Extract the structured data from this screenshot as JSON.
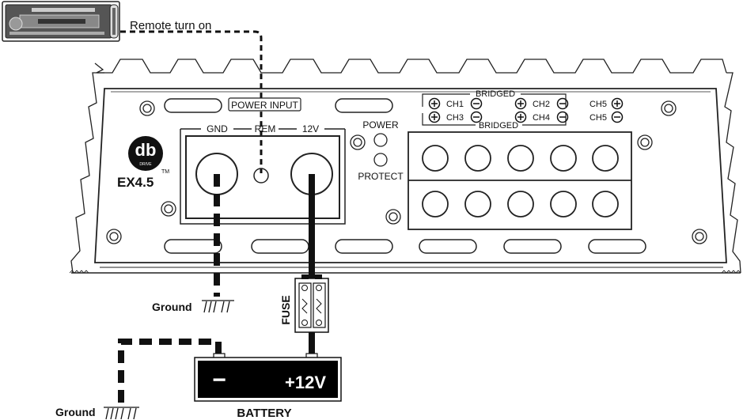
{
  "head_unit": {
    "remote_label": "Remote turn on"
  },
  "amplifier": {
    "brand": "db",
    "brand_sub": "DRIVE",
    "trademark": "TM",
    "model": "EX4.5",
    "power_input_label": "POWER INPUT",
    "terminals": {
      "gnd": "GND",
      "rem": "REM",
      "v12": "12V"
    },
    "power_led_label": "POWER",
    "protect_led_label": "PROTECT",
    "bridged_label": "BRIDGED",
    "channels": {
      "ch1": "CH1",
      "ch2": "CH2",
      "ch3": "CH3",
      "ch4": "CH4",
      "ch5_pos": "CH5",
      "ch5_neg": "CH5"
    }
  },
  "wiring": {
    "fuse_label": "FUSE",
    "ground_amp_label": "Ground",
    "ground_battery_label": "Ground"
  },
  "battery": {
    "negative_sign": "−",
    "positive_label": "+12V",
    "title": "BATTERY"
  }
}
